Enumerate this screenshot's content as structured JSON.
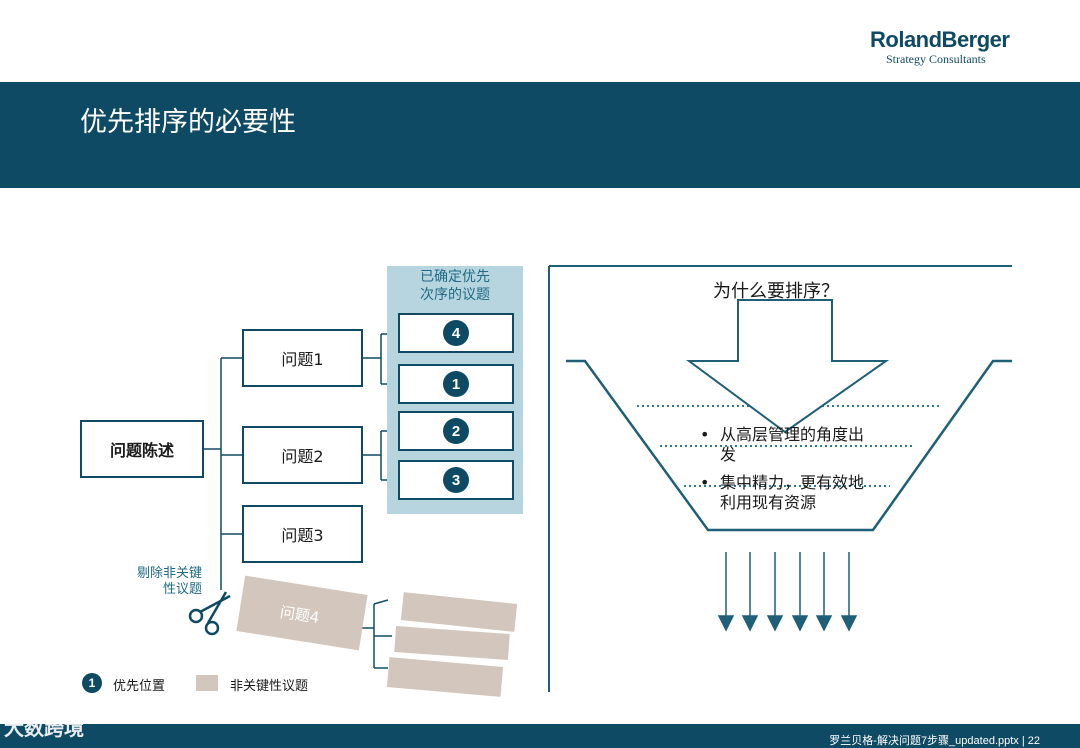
{
  "header": {
    "logo_main": "RolandBerger",
    "logo_sub": "Strategy Consultants",
    "title": "优先排序的必要性"
  },
  "tree": {
    "root": "问题陈述",
    "issues": [
      "问题1",
      "问题2",
      "问题3"
    ],
    "removed_issue": "问题4",
    "panel_title_line1": "已确定优先",
    "panel_title_line2": "次序的议题",
    "priorities": [
      "4",
      "1",
      "2",
      "3"
    ],
    "scissor_label_line1": "剔除非关键",
    "scissor_label_line2": "性议题"
  },
  "legend": {
    "badge": "1",
    "priority_label": "优先位置",
    "noncritical_label": "非关键性议题"
  },
  "funnel": {
    "question": "为什么要排序？",
    "bullets": [
      "从高层管理的角度出发",
      "集中精力，更有效地利用现有资源"
    ]
  },
  "footer": {
    "text": "罗兰贝格-解决问题7步骤_updated.pptx   |   22",
    "watermark": "大数跨境"
  },
  "colors": {
    "primary": "#0f4a64",
    "panel": "#b7d5df",
    "noncritical": "#d3c7bd"
  }
}
